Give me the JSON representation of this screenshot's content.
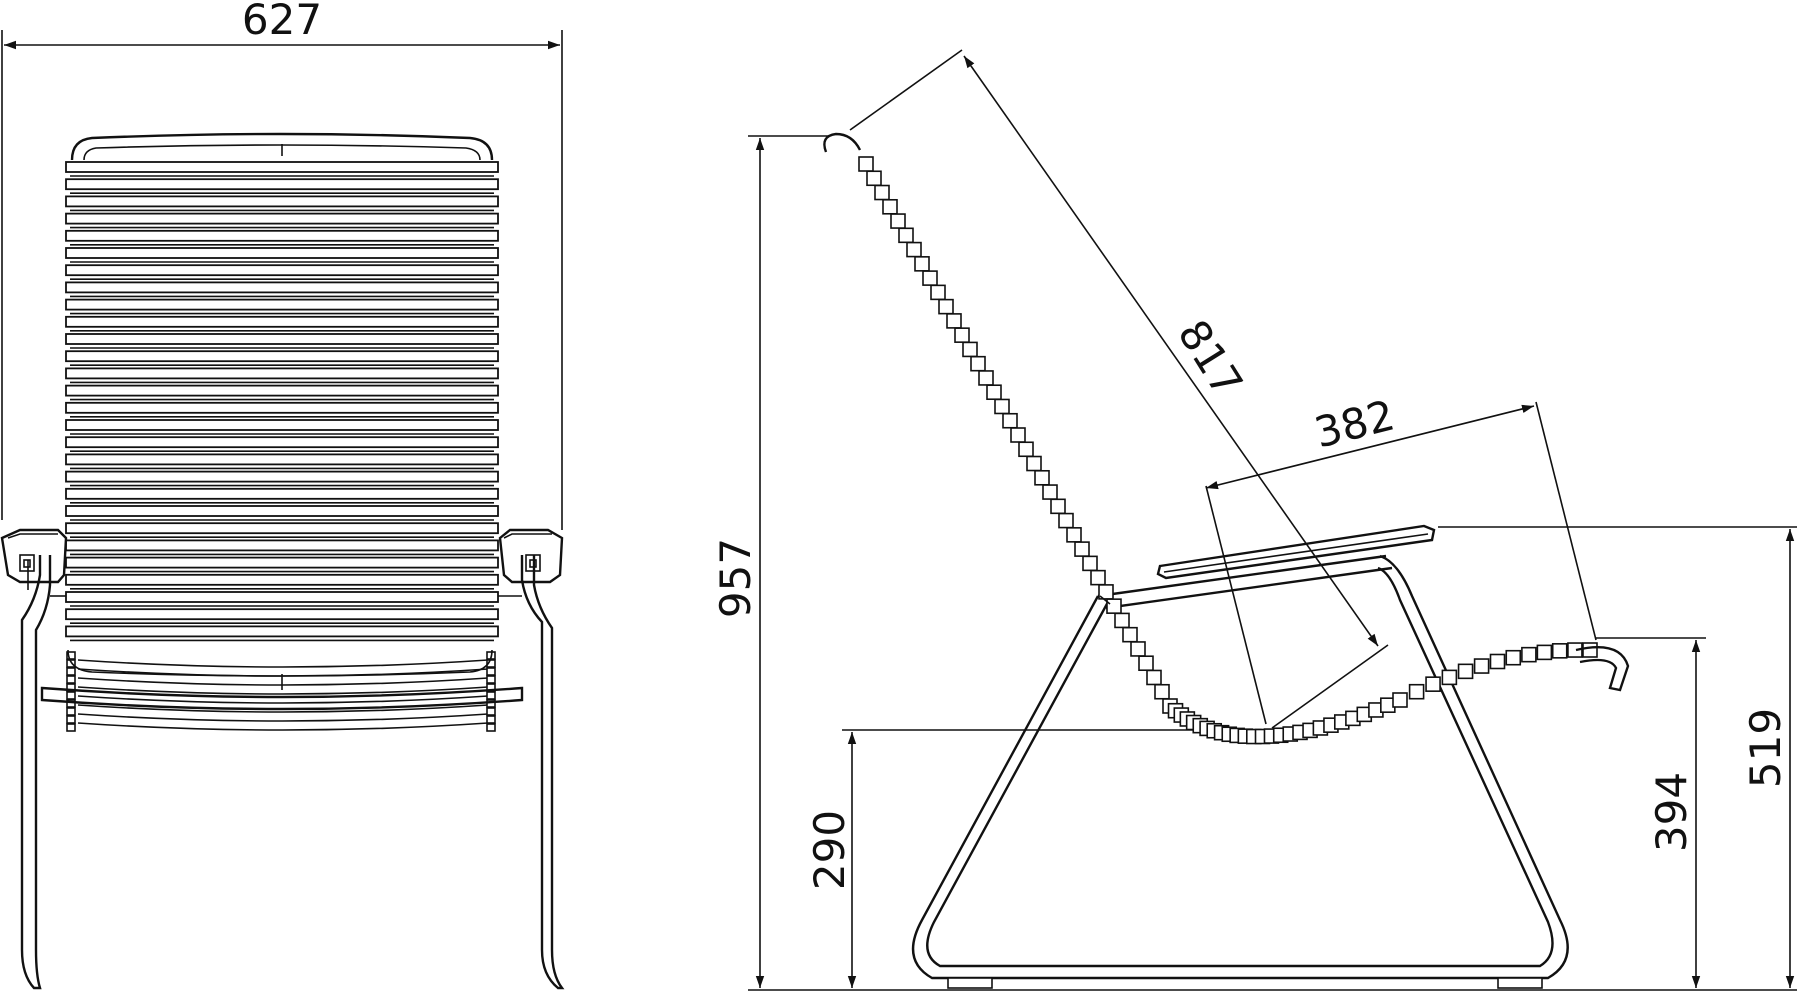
{
  "dimensions": {
    "width": "627",
    "height": "957",
    "back_length": "817",
    "seat_depth": "382",
    "armrest_height": "519",
    "front_seat_height": "394",
    "seat_height": "290"
  }
}
